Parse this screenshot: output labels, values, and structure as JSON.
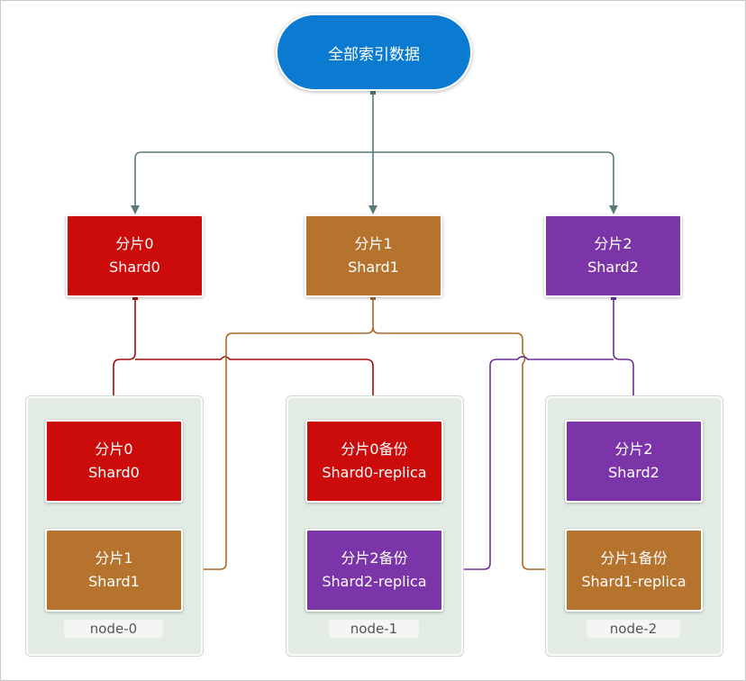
{
  "root": {
    "label": "全部索引数据"
  },
  "shards": [
    {
      "cn": "分片0",
      "en": "Shard0"
    },
    {
      "cn": "分片1",
      "en": "Shard1"
    },
    {
      "cn": "分片2",
      "en": "Shard2"
    }
  ],
  "nodes": [
    {
      "label": "node-0",
      "primary": {
        "cn": "分片0",
        "en": "Shard0"
      },
      "replica": {
        "cn": "分片1",
        "en": "Shard1"
      }
    },
    {
      "label": "node-1",
      "primary": {
        "cn": "分片0备份",
        "en": "Shard0-replica"
      },
      "replica": {
        "cn": "分片2备份",
        "en": "Shard2-replica"
      }
    },
    {
      "label": "node-2",
      "primary": {
        "cn": "分片2",
        "en": "Shard2"
      },
      "replica": {
        "cn": "分片1备份",
        "en": "Shard1-replica"
      }
    }
  ],
  "colors": {
    "root": "#0a7bd1",
    "shard0": "#cc0b0b",
    "shard1": "#b5732e",
    "shard2": "#7b35a8",
    "connector_root": "#5b7878",
    "node_bg": "#e3ece4"
  }
}
